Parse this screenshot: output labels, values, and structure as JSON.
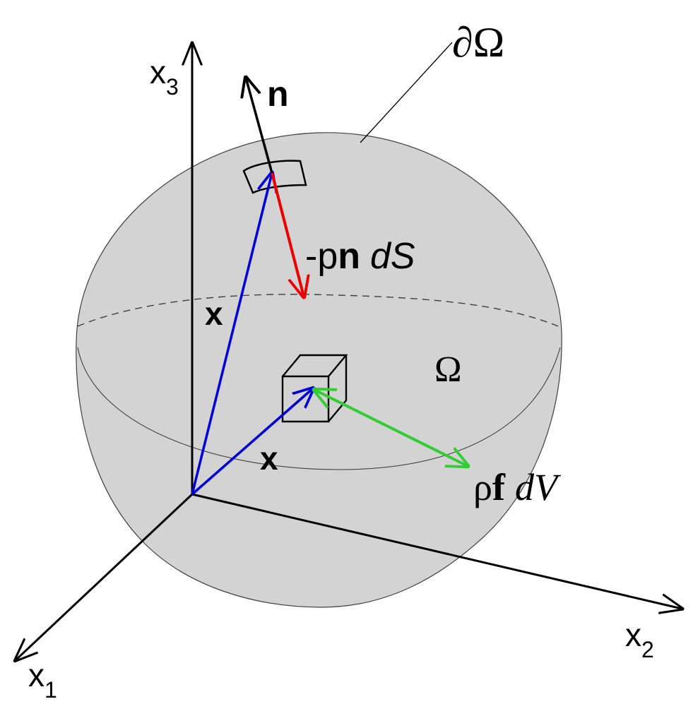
{
  "colors": {
    "volume_fill": "#d3d3d3",
    "volume_edge": "#404040",
    "axes": "#000000",
    "position_vector": "#0000dd",
    "surface_force": "#ee0000",
    "body_force": "#33cc33",
    "normal": "#000000"
  },
  "labels": {
    "boundary": {
      "sym": "∂Ω"
    },
    "domain": "Ω",
    "normal": "n",
    "axis_x1": {
      "base": "x",
      "sub": "1"
    },
    "axis_x2": {
      "base": "x",
      "sub": "2"
    },
    "axis_x3": {
      "base": "x",
      "sub": "3"
    },
    "position_upper": "x",
    "position_lower": "x",
    "surface_force": {
      "prefix": "-p",
      "bold": "n",
      "ital": "dS"
    },
    "body_force": {
      "rho": "ρ",
      "bold": "f",
      "ital": "dV"
    }
  }
}
